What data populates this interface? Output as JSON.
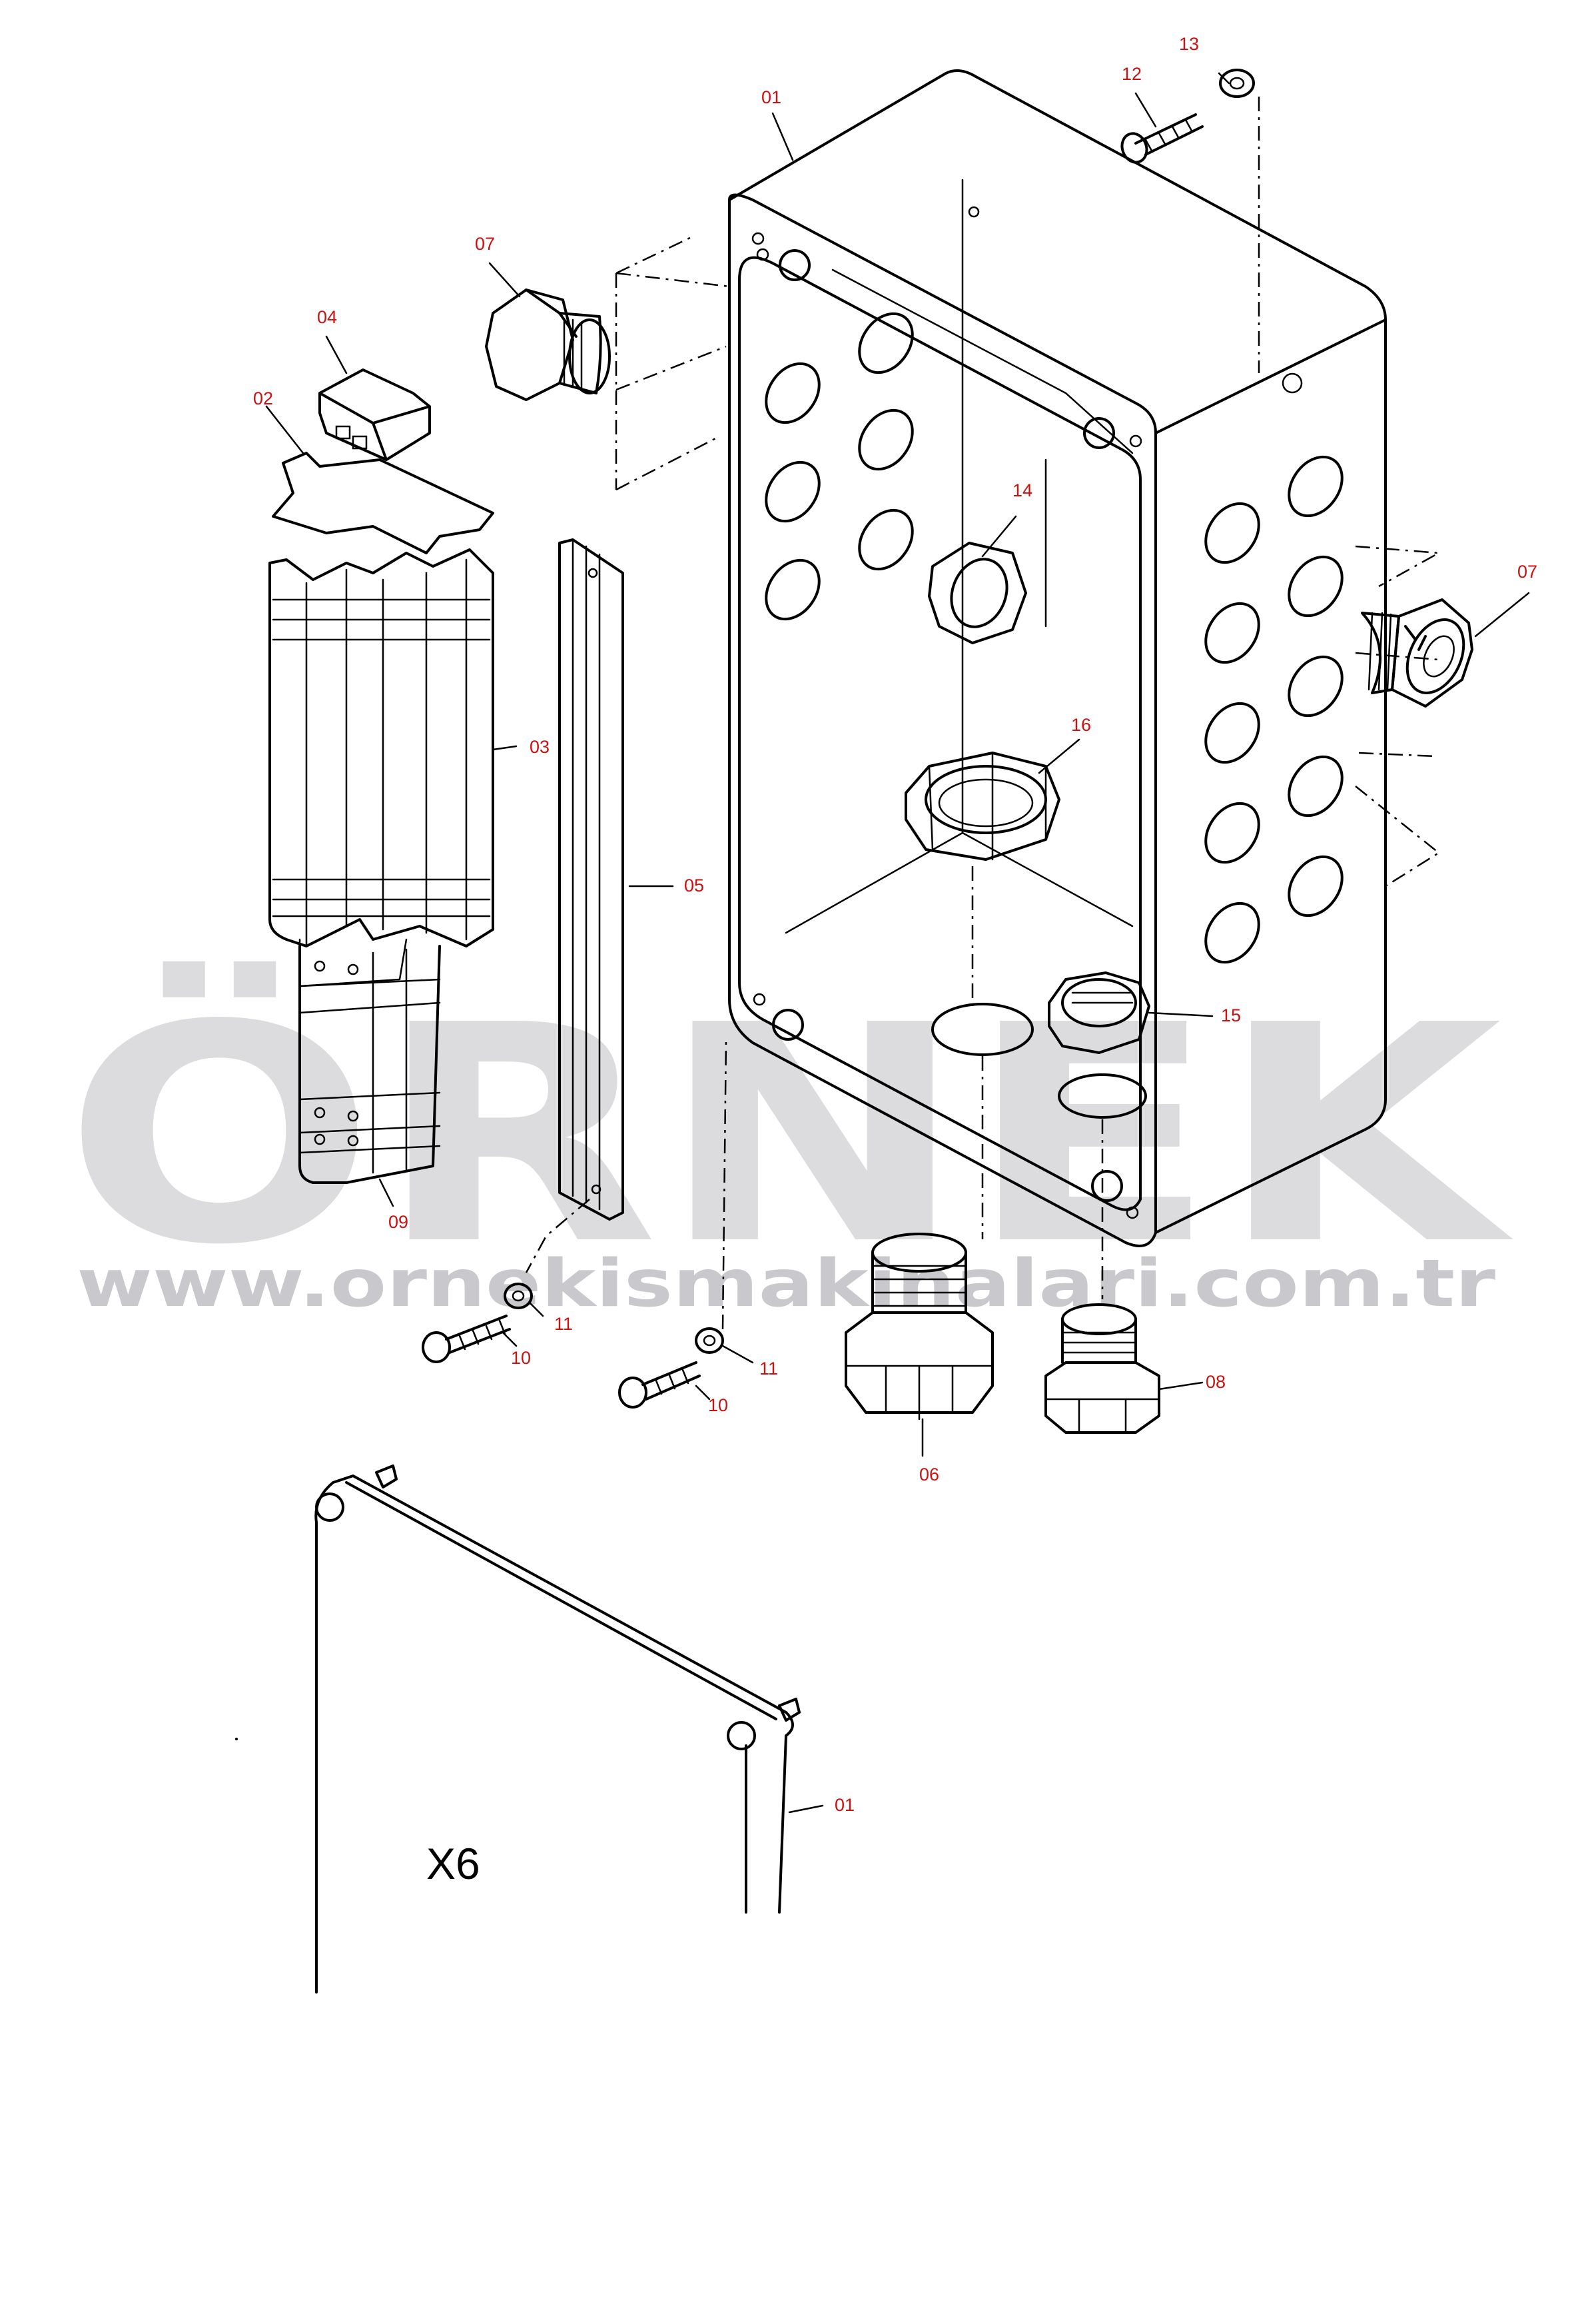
{
  "watermark": {
    "brand": "ÖRNEK",
    "url": "www.ornekismakinalari.com.tr",
    "umlaut_color": "#f7dc7a",
    "text_color": "#dcdcdf"
  },
  "sheet_label": "X6",
  "callouts": [
    {
      "id": "c01a",
      "text": "01"
    },
    {
      "id": "c13",
      "text": "13"
    },
    {
      "id": "c12",
      "text": "12"
    },
    {
      "id": "c07a",
      "text": "07"
    },
    {
      "id": "c04",
      "text": "04"
    },
    {
      "id": "c02",
      "text": "02"
    },
    {
      "id": "c14",
      "text": "14"
    },
    {
      "id": "c07b",
      "text": "07"
    },
    {
      "id": "c16",
      "text": "16"
    },
    {
      "id": "c03",
      "text": "03"
    },
    {
      "id": "c05",
      "text": "05"
    },
    {
      "id": "c15",
      "text": "15"
    },
    {
      "id": "c09",
      "text": "09"
    },
    {
      "id": "c11a",
      "text": "11"
    },
    {
      "id": "c10a",
      "text": "10"
    },
    {
      "id": "c11b",
      "text": "11"
    },
    {
      "id": "c10b",
      "text": "10"
    },
    {
      "id": "c06",
      "text": "06"
    },
    {
      "id": "c08",
      "text": "08"
    },
    {
      "id": "c01b",
      "text": "01"
    }
  ],
  "colors": {
    "callout": "#cc1111",
    "line": "#000000",
    "background": "#ffffff"
  }
}
